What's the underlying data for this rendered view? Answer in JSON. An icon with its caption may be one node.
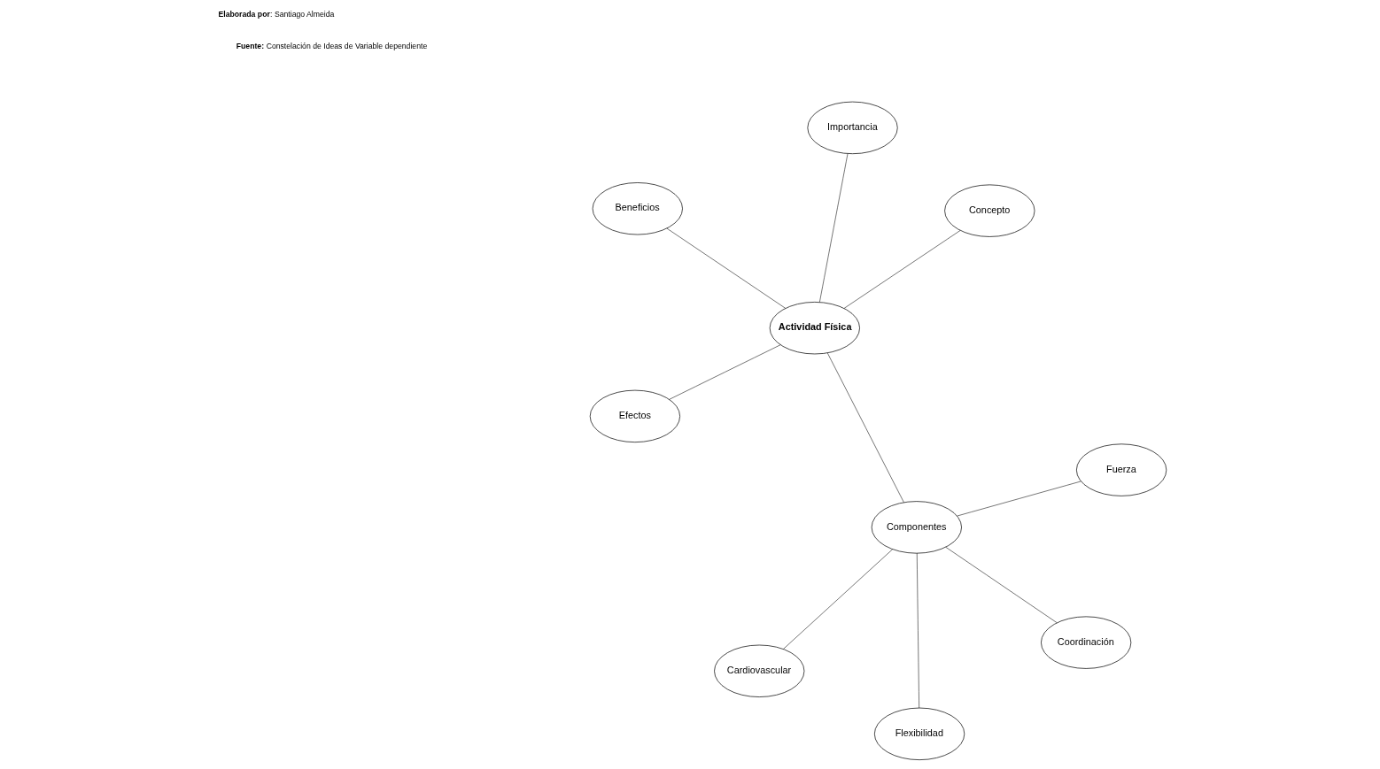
{
  "diagram": {
    "nodes": [
      {
        "text": [
          "Actividad Física"
        ]
      },
      {
        "text": [
          "Concepto"
        ]
      },
      {
        "text": [
          "Efectos"
        ]
      },
      {
        "text": [
          "Beneficios"
        ]
      },
      {
        "text": [
          "Importancia"
        ]
      },
      {
        "text": [
          "Componentes"
        ]
      },
      {
        "text": [
          "Cardiovascular"
        ]
      },
      {
        "text": [
          "Fuerza"
        ]
      },
      {
        "text": [
          "Flexibilidad"
        ]
      },
      {
        "text": [
          "Coordinación"
        ]
      }
    ],
    "edges": [
      {
        "from": 0,
        "to": 1,
        "arrow": "none"
      },
      {
        "from": 0,
        "to": 2,
        "arrow": "none"
      },
      {
        "from": 0,
        "to": 3,
        "arrow": "none"
      },
      {
        "from": 0,
        "to": 4,
        "arrow": "none"
      },
      {
        "from": 0,
        "to": 5,
        "arrow": "none"
      },
      {
        "from": 5,
        "to": 6,
        "arrow": "none"
      },
      {
        "from": 5,
        "to": 7,
        "arrow": "none"
      },
      {
        "from": 5,
        "to": 8,
        "arrow": "none"
      },
      {
        "from": 5,
        "to": 9,
        "arrow": "none"
      }
    ],
    "labels": [
      "**Fuente:** Constelación de Ideas de Variable dependiente",
      "**Elaborada por**: Santiago Almeida"
    ]
  }
}
